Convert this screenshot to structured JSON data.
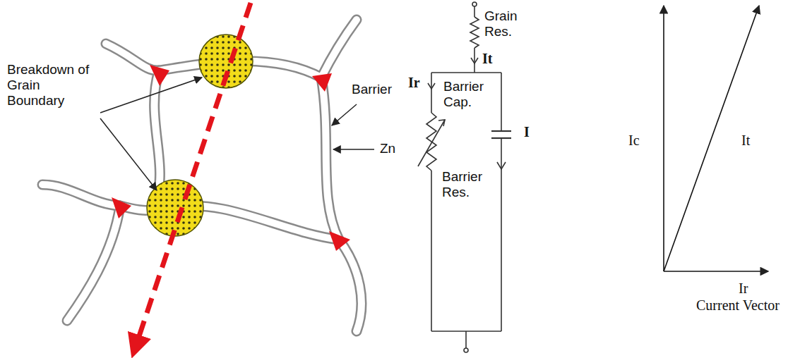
{
  "diagram": {
    "labels": [
      "Breakdown of Grain Boundary",
      "Barrier",
      "Zn",
      "Grain Res.",
      "It",
      "Ir",
      "Barrier Cap.",
      "I",
      "Barrier Res.",
      "Ic",
      "It",
      "Ir",
      "Current Vector"
    ]
  }
}
